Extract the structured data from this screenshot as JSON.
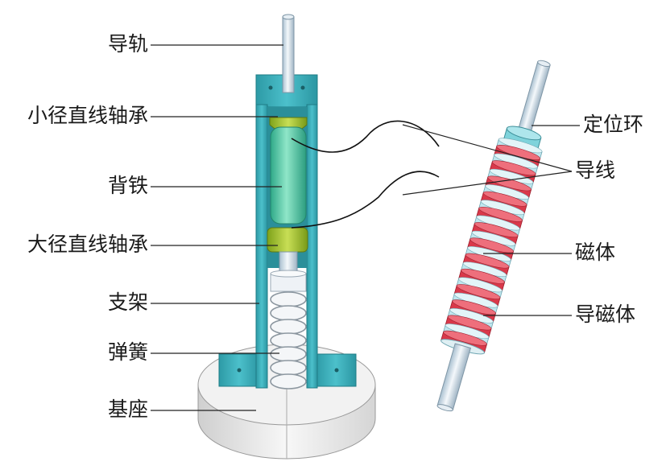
{
  "labels_left": {
    "guide_rail": "导轨",
    "small_bearing": "小径直线轴承",
    "back_iron": "背铁",
    "large_bearing": "大径直线轴承",
    "bracket": "支架",
    "spring": "弹簧",
    "base": "基座"
  },
  "labels_right": {
    "locating_ring": "定位环",
    "wire": "导线",
    "magnet": "磁体",
    "flux_guide": "导磁体"
  },
  "colors": {
    "frame": "#35a9b4",
    "frame_inner": "#2aa0ad",
    "back_iron": "#4fc6a8",
    "bearing": "#9dbf2a",
    "magnet": "#d9394a",
    "flux_guide": "#bfe6ee",
    "rod": "#d7e4ec",
    "base": "#eeeeee",
    "line": "#222222"
  }
}
